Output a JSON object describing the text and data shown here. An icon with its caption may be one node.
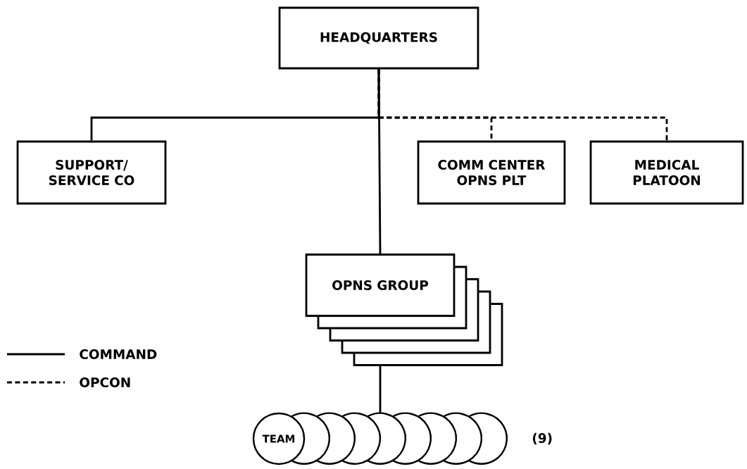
{
  "diagram": {
    "nodes": [
      {
        "text": [
          "HEADQUARTERS"
        ]
      },
      {
        "text": [
          "SUPPORT/ SERVICE CO"
        ]
      },
      {
        "text": [
          "COMM CENTER OPNS PLT"
        ]
      },
      {
        "text": [
          "MEDICAL PLATOON"
        ]
      },
      {
        "text": [
          "OPNS GROUP"
        ]
      },
      {
        "text": [],
        "shape": "box"
      },
      {
        "text": [],
        "shape": "box"
      },
      {
        "text": [],
        "shape": "box"
      },
      {
        "text": [],
        "shape": "box"
      },
      {
        "text": [
          "TEAM"
        ]
      },
      {
        "text": [],
        "shape": "circle"
      },
      {
        "text": [],
        "shape": "circle"
      },
      {
        "text": [],
        "shape": "circle"
      },
      {
        "text": [],
        "shape": "circle"
      },
      {
        "text": [],
        "shape": "circle"
      },
      {
        "text": [],
        "shape": "circle"
      },
      {
        "text": [],
        "shape": "circle"
      },
      {
        "text": [],
        "shape": "circle"
      }
    ],
    "edges": [
      {
        "from": 0,
        "to": 1,
        "arrow": "none"
      },
      {
        "from": 0,
        "to": 2,
        "arrow": "none",
        "style": "dashed"
      },
      {
        "from": 0,
        "to": 3,
        "arrow": "none",
        "style": "dashed"
      },
      {
        "from": 0,
        "to": 4,
        "arrow": "none"
      },
      {
        "from": 8,
        "to": 13,
        "arrow": "none"
      }
    ],
    "labels": [
      "(9)"
    ],
    "legend": [
      {
        "text": "COMMAND"
      },
      {
        "text": "OPCON"
      }
    ]
  }
}
